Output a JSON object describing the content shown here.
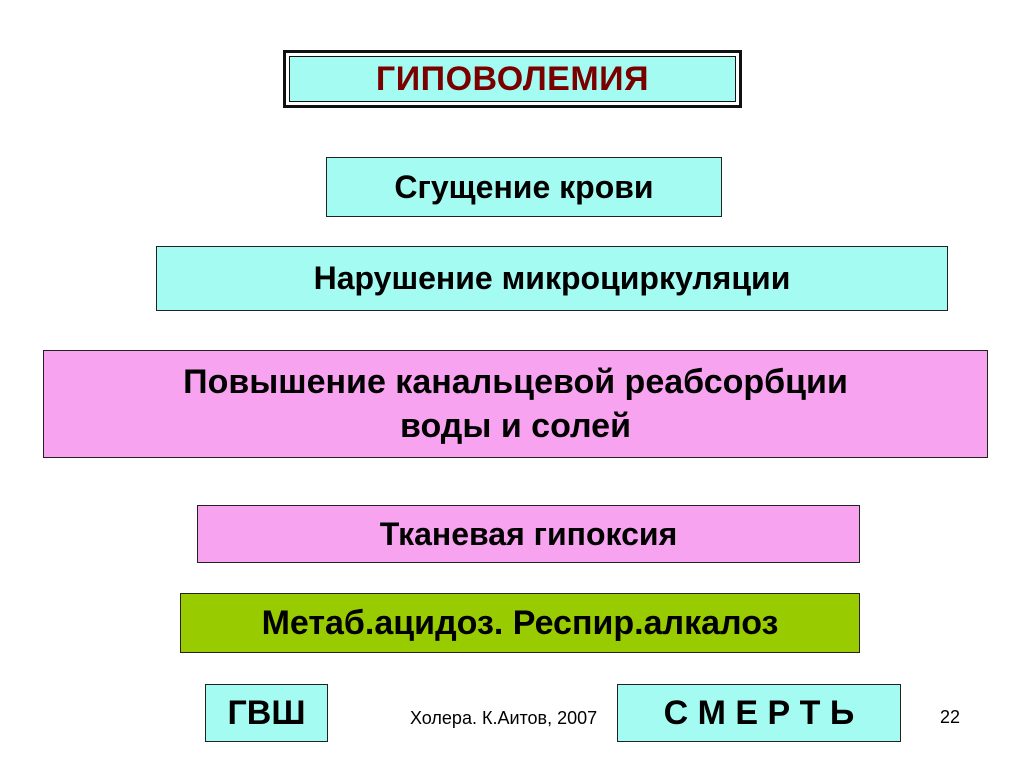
{
  "title": "ГИПОВОЛЕМИЯ",
  "boxes": {
    "blood_thickening": "Сгущение крови",
    "microcirculation": "Нарушение микроциркуляции",
    "reabsorption_line1": "Повышение канальцевой реабсорбции",
    "reabsorption_line2": "воды и солей",
    "tissue_hypoxia": "Тканевая гипоксия",
    "acidosis_alkalosis": "Метаб.ацидоз. Респир.алкалоз",
    "gvsh": "ГВШ",
    "death": "С М Е Р Т Ь"
  },
  "footer": {
    "caption": "Холера. К.Аитов, 2007",
    "page_number": "22"
  },
  "colors": {
    "cyan": "#a3fbf2",
    "pink": "#f7a3f0",
    "green": "#99cc00",
    "title_text": "#7a0000"
  }
}
